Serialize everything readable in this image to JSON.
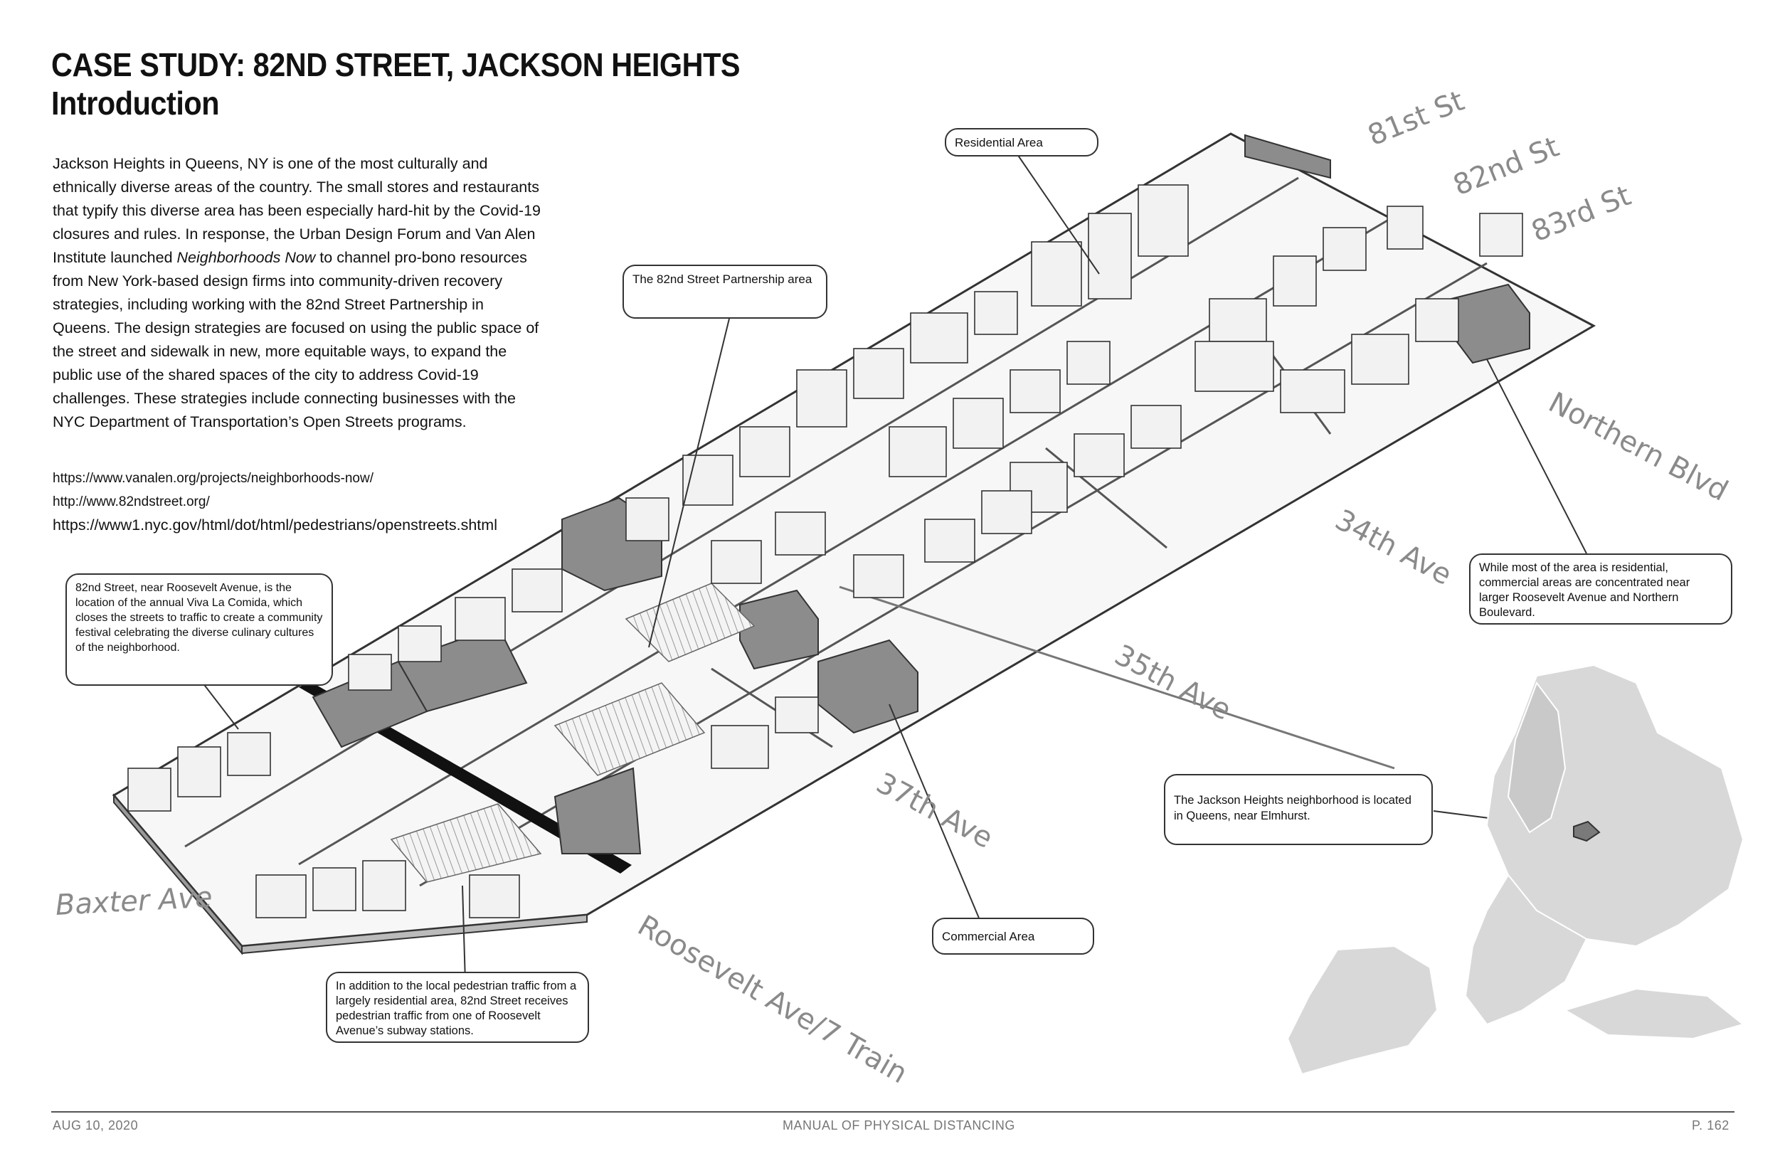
{
  "header": {
    "title_line1": "CASE STUDY: 82ND STREET, JACKSON HEIGHTS",
    "title_line2": "Introduction"
  },
  "intro": {
    "before_italic": "Jackson Heights in Queens, NY is one of the most culturally and ethnically diverse areas of the country.  The small stores and restaurants that typify this diverse area has been especially hard-hit by the Covid-19 closures and rules. In response, the Urban Design Forum and Van Alen Institute launched ",
    "italic": "Neighborhoods Now",
    "after_italic": " to channel pro-bono resources from New York-based design firms into community-driven recovery strategies, including working with the 82nd Street Partnership in Queens.  The design strategies are focused on using the public space of the street and sidewalk in new, more equitable ways, to expand the public use of the shared spaces of the city to address Covid-19 challenges.  These strategies include connecting businesses with the NYC Department of Transportation’s Open Streets programs."
  },
  "links": [
    "https://www.vanalen.org/projects/neighborhoods-now/",
    "http://www.82ndstreet.org/",
    "https://www1.nyc.gov/html/dot/html/pedestrians/openstreets.shtml"
  ],
  "callouts": {
    "residential": "Residential Area",
    "partnership": "The 82nd Street Partnership area",
    "viva": "82nd Street, near Roosevelt Avenue, is the location of the annual Viva La Comida, which closes the streets to traffic to create a community festival celebrating the diverse culinary cultures of the neighborhood.",
    "mostly_residential": "While most of the area is residential, commercial areas are concentrated near larger Roosevelt Avenue and Northern Boulevard.",
    "jackson": "The Jackson Heights neighborhood is located in Queens, near Elmhurst.",
    "commercial": "Commercial Area",
    "pedestrian": "In addition to the local pedestrian traffic from a largely residential area, 82nd Street receives pedestrian traffic from one of Roosevelt Avenue’s subway stations."
  },
  "streets": {
    "s81": "81st St",
    "s82": "82nd St",
    "s83": "83rd St",
    "northern": "Northern Blvd",
    "ave34": "34th Ave",
    "ave35": "35th Ave",
    "ave37": "37th Ave",
    "baxter": "Baxter Ave",
    "roosevelt": "Roosevelt Ave/7 Train"
  },
  "footer": {
    "date": "AUG 10, 2020",
    "manual": "MANUAL OF PHYSICAL DISTANCING",
    "page": "P. 162"
  },
  "colors": {
    "building_light": "#f2f2f2",
    "building_dark": "#8c8c8c",
    "street_label": "#8a8a8a",
    "nyc_map": "#d8d8d8",
    "highlight": "#7a7a7a"
  }
}
